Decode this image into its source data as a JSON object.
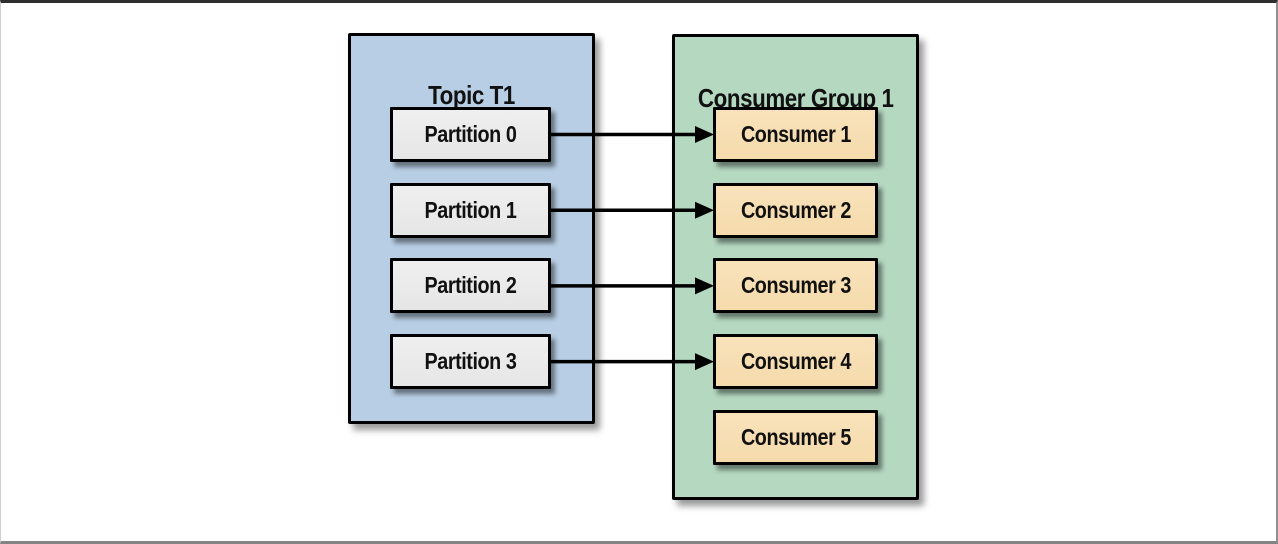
{
  "diagram": {
    "topic": {
      "title": "Topic T1",
      "partitions": [
        {
          "label": "Partition 0"
        },
        {
          "label": "Partition 1"
        },
        {
          "label": "Partition 2"
        },
        {
          "label": "Partition 3"
        }
      ]
    },
    "consumer_group": {
      "title": "Consumer Group 1",
      "consumers": [
        {
          "label": "Consumer 1"
        },
        {
          "label": "Consumer 2"
        },
        {
          "label": "Consumer 3"
        },
        {
          "label": "Consumer 4"
        },
        {
          "label": "Consumer 5"
        }
      ]
    },
    "arrows": [
      {
        "from_partition": 0,
        "to_consumer": 0
      },
      {
        "from_partition": 1,
        "to_consumer": 1
      },
      {
        "from_partition": 2,
        "to_consumer": 2
      },
      {
        "from_partition": 3,
        "to_consumer": 3
      }
    ],
    "colors": {
      "topic_fill": "#b8cee4",
      "consumer_group_fill": "#b5d8c1",
      "partition_fill_top": "#efefef",
      "partition_fill_bottom": "#e6e6e6",
      "consumer_fill_top": "#f9e2bb",
      "consumer_fill_bottom": "#f5dbac",
      "border": "#000000",
      "arrow": "#000000"
    }
  }
}
